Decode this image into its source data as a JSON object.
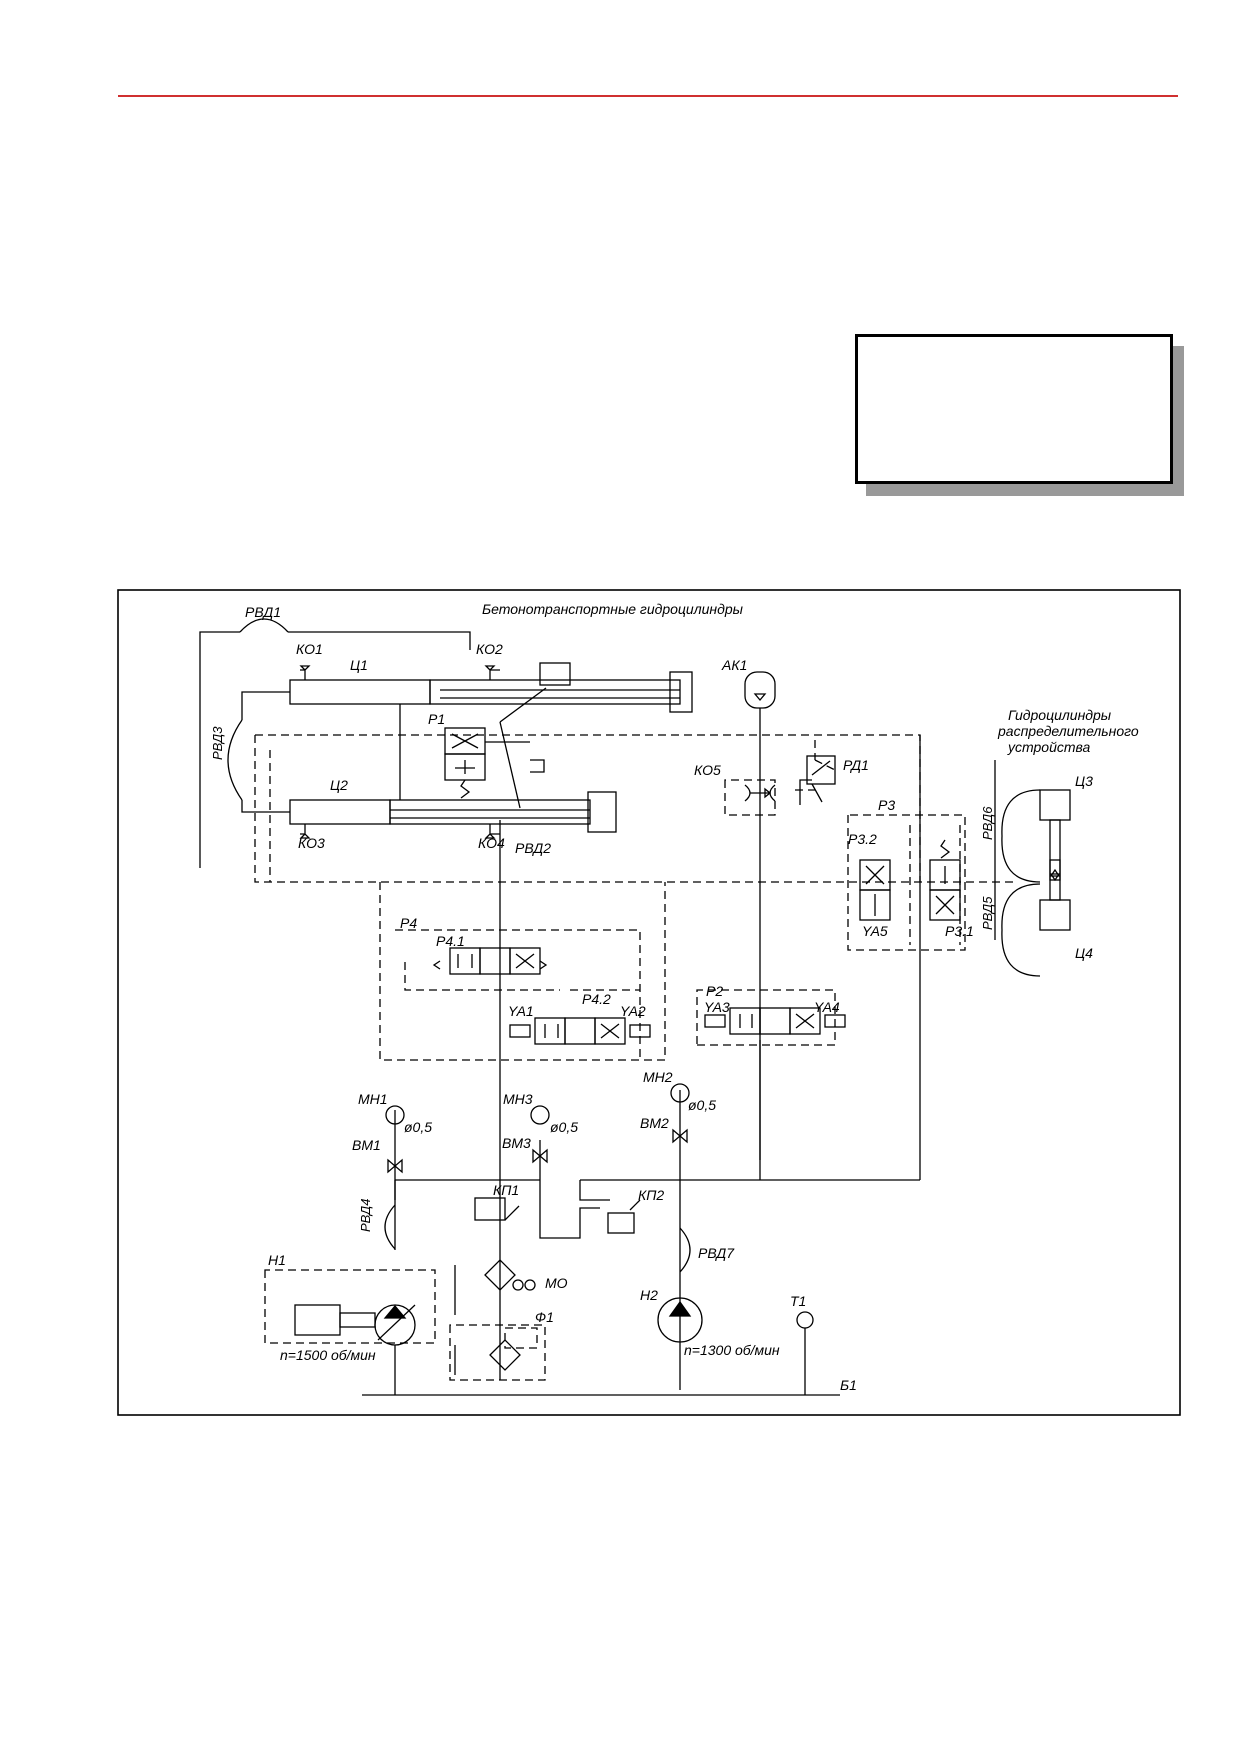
{
  "header": {
    "rule_color": "#d03030"
  },
  "title_block": {
    "text": ""
  },
  "diagram": {
    "title": "Бетонотранспортные гидроцилиндры",
    "distributor_title": [
      "Гидроцилиндры",
      "распределительного",
      "устройства"
    ],
    "labels": {
      "rvd1": "РВД1",
      "ko1": "КО1",
      "ko2": "КО2",
      "c1": "Ц1",
      "ak1": "АК1",
      "rvd3": "РВД3",
      "p1": "Р1",
      "ko5": "КО5",
      "rd1": "РД1",
      "c2": "Ц2",
      "p3": "Р3",
      "c3": "Ц3",
      "ko3": "КО3",
      "ko4": "КО4",
      "rvd2": "РВД2",
      "p32": "Р3.2",
      "rvd6": "РВД6",
      "rvd5": "РВД5",
      "ya5": "YA5",
      "p31": "Р3.1",
      "c4": "Ц4",
      "p4": "Р4",
      "p41": "Р4.1",
      "p2": "Р2",
      "ya1": "YA1",
      "p42": "Р4.2",
      "ya2": "YA2",
      "ya3": "YA3",
      "ya4": "YA4",
      "mn1": "МН1",
      "mn2": "МН2",
      "mn3": "МН3",
      "vm1": "ВМ1",
      "vm2": "ВМ2",
      "vm3": "ВМ3",
      "d05a": "ø0,5",
      "d05b": "ø0,5",
      "d05c": "ø0,5",
      "kp1": "КП1",
      "kp2": "КП2",
      "rvd4": "РВД4",
      "rvd7": "РВД7",
      "h1": "Н1",
      "h2": "Н2",
      "mo": "МО",
      "f1": "Ф1",
      "t1": "Т1",
      "b1": "Б1",
      "n1": "n=1500 об/мин",
      "n2": "n=1300 об/мин"
    }
  }
}
